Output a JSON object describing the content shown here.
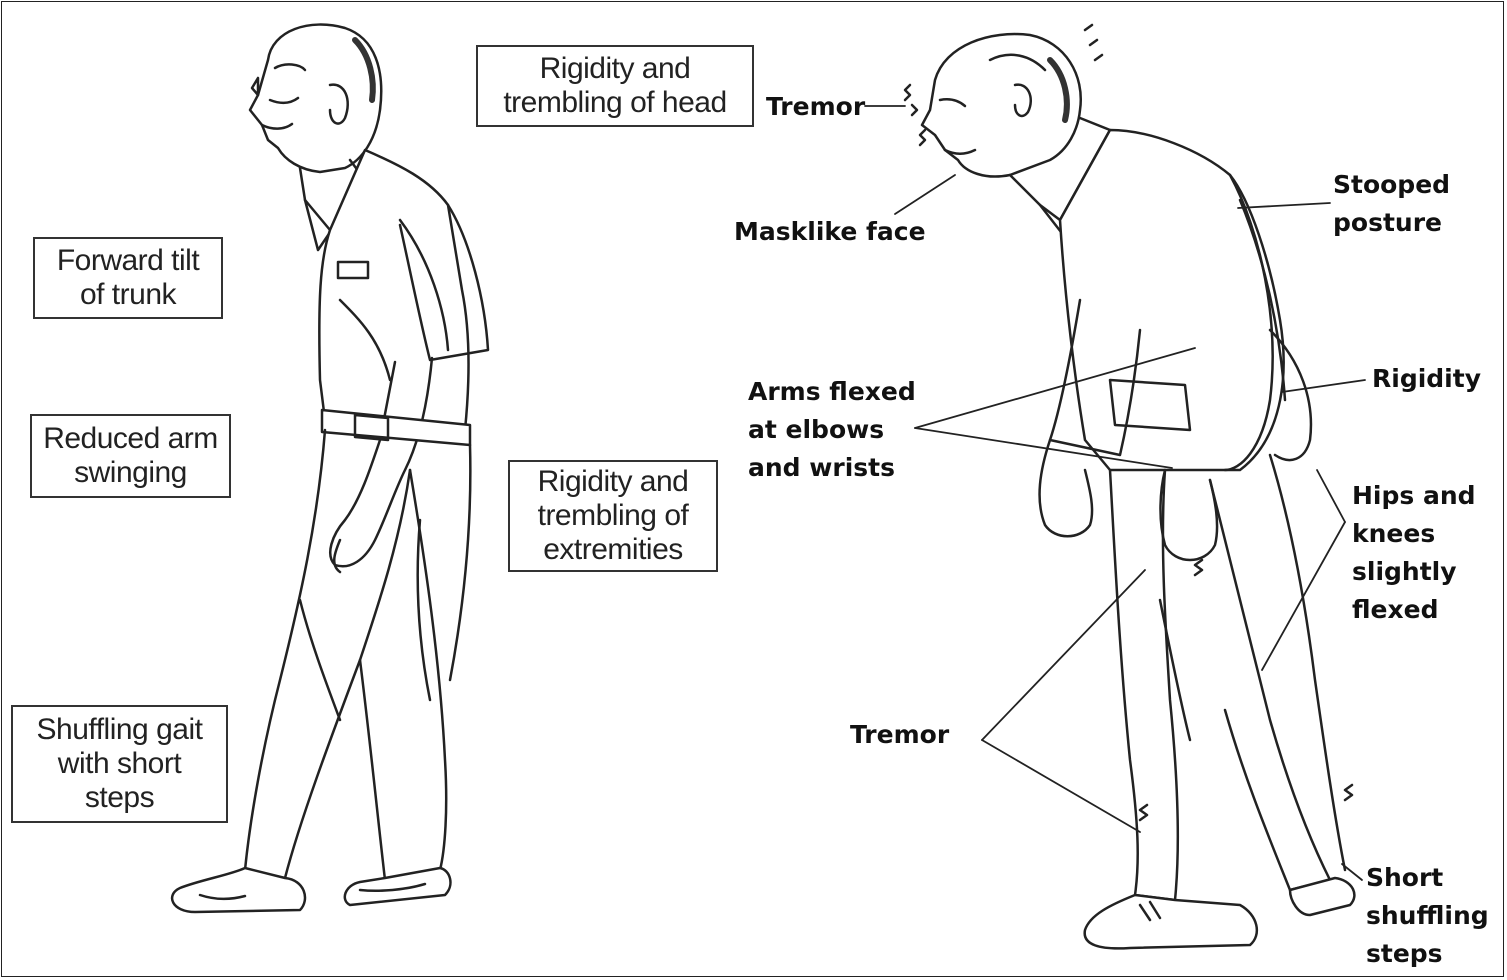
{
  "left_figure": {
    "boxes": [
      {
        "id": "head",
        "text": "Rigidity and\ntrembling of head"
      },
      {
        "id": "trunk",
        "text": "Forward tilt\nof trunk"
      },
      {
        "id": "arm",
        "text": "Reduced arm\nswinging"
      },
      {
        "id": "extremities",
        "text": "Rigidity and\ntrembling of\nextremities"
      },
      {
        "id": "gait",
        "text": "Shuffling gait\nwith short\nsteps"
      }
    ]
  },
  "right_figure": {
    "labels": [
      {
        "id": "tremor-head",
        "text": "Tremor"
      },
      {
        "id": "masklike",
        "text": "Masklike face"
      },
      {
        "id": "stooped",
        "text": "Stooped\nposture"
      },
      {
        "id": "rigidity",
        "text": "Rigidity"
      },
      {
        "id": "arms",
        "text": "Arms flexed\nat elbows\nand wrists"
      },
      {
        "id": "hips",
        "text": "Hips and\nknees\nslightly\nflexed"
      },
      {
        "id": "tremor-legs",
        "text": "Tremor"
      },
      {
        "id": "steps",
        "text": "Short\nshuffling\nsteps"
      }
    ]
  }
}
